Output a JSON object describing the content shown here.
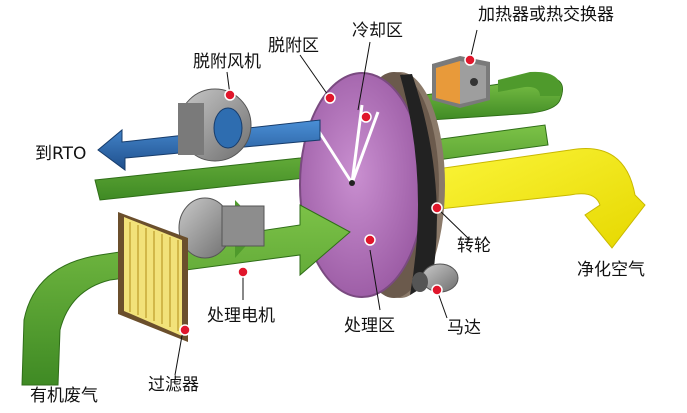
{
  "labels": {
    "heater": "加热器或热交换器",
    "desorption_fan": "脱附风机",
    "desorption_zone": "脱附区",
    "cooling_zone": "冷却区",
    "to_rto": "到RTO",
    "rotor": "转轮",
    "clean_air": "净化空气",
    "process_motor": "处理电机",
    "process_zone": "处理区",
    "motor": "马达",
    "organic_gas": "有机废气",
    "filter": "过滤器"
  },
  "colors": {
    "green_flow": "#5aa832",
    "blue_flow": "#2e6db0",
    "yellow_flow": "#f3ea1a",
    "wheel_face": "#b072b8",
    "wheel_rim": "#8b7a6a",
    "belt": "#222222",
    "pointer_dot": "#e0162b",
    "filter": "#f2e27a",
    "heater": "#e89a3a",
    "machine": "#8d8d8d"
  },
  "icons": [
    "fan-icon",
    "motor-icon",
    "filter-icon",
    "heater-icon",
    "rotor-wheel-icon"
  ]
}
